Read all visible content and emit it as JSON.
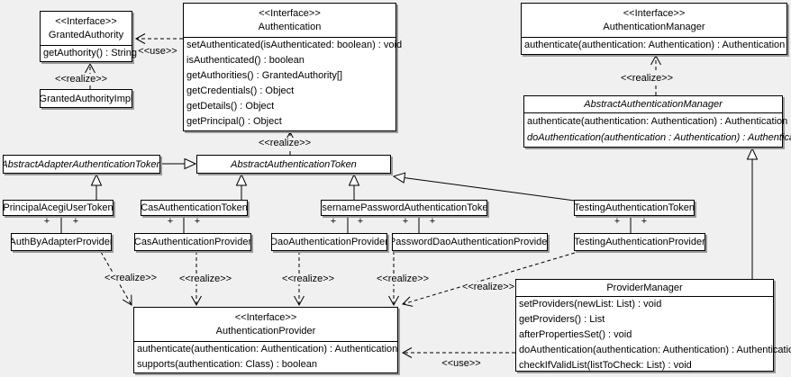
{
  "labels": {
    "interface": "<<Interface>>",
    "realize": "<<realize>>",
    "use": "<<use>>",
    "plus": "+"
  },
  "colors": {
    "background": "#f0f0f0",
    "box_fill": "#ffffff",
    "border": "#000000",
    "shadow": "#9a9a9a",
    "text": "#000000"
  },
  "classes": {
    "granted_authority": {
      "stereotype": "<<Interface>>",
      "name": "GrantedAuthority",
      "methods": [
        "getAuthority() : String"
      ]
    },
    "granted_authority_impl": {
      "name": "GrantedAuthorityImpl"
    },
    "authentication": {
      "stereotype": "<<Interface>>",
      "name": "Authentication",
      "methods": [
        "setAuthenticated(isAuthenticated: boolean) : void",
        "isAuthenticated() : boolean",
        "getAuthorities() : GrantedAuthority[]",
        "getCredentials() : Object",
        "getDetails() : Object",
        "getPrincipal() : Object"
      ]
    },
    "authentication_manager": {
      "stereotype": "<<Interface>>",
      "name": "AuthenticationManager",
      "methods": [
        "authenticate(authentication: Authentication) : Authentication"
      ]
    },
    "abstract_authentication_manager": {
      "name": "AbstractAuthenticationManager",
      "methods": [
        "authenticate(authentication: Authentication) : Authentication",
        "doAuthentication(authentication : Authentication) : Authentication"
      ]
    },
    "abstract_adapter_authentication_token": {
      "name": "AbstractAdapterAuthenticationToken"
    },
    "abstract_authentication_token": {
      "name": "AbstractAuthenticationToken"
    },
    "principal_acegi_user_token": {
      "name": "PrincipalAcegiUserToken"
    },
    "cas_authentication_token": {
      "name": "CasAuthenticationToken"
    },
    "username_password_authentication_token": {
      "name": "UsernamePasswordAuthenticationToken"
    },
    "testing_authentication_token": {
      "name": "TestingAuthenticationToken"
    },
    "auth_by_adapter_provider": {
      "name": "AuthByAdapterProvider"
    },
    "cas_authentication_provider": {
      "name": "CasAuthenticationProvider"
    },
    "dao_authentication_provider": {
      "name": "DaoAuthenticationProvider"
    },
    "password_dao_authentication_provider": {
      "name": "PasswordDaoAuthenticationProvider"
    },
    "testing_authentication_provider": {
      "name": "TestingAuthenticationProvider"
    },
    "authentication_provider": {
      "stereotype": "<<Interface>>",
      "name": "AuthenticationProvider",
      "methods": [
        "authenticate(authentication: Authentication) : Authentication",
        "supports(authentication: Class) : boolean"
      ]
    },
    "provider_manager": {
      "name": "ProviderManager",
      "methods": [
        "setProviders(newList: List) : void",
        "getProviders() : List",
        "afterPropertiesSet() : void",
        "doAuthentication(authentication: Authentication) : Authentication",
        "checkIfValidList(listToCheck: List) : void"
      ]
    }
  }
}
